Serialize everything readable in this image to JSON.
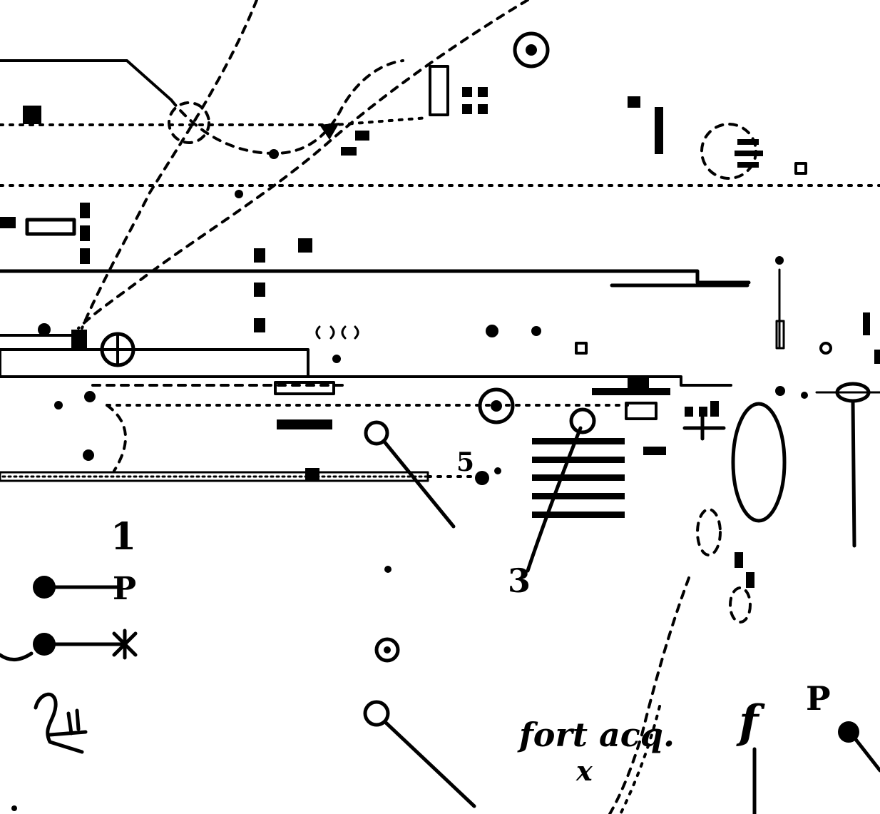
{
  "map": {
    "ink_color": "#000000",
    "paper_color": "#ffffff",
    "labels": {
      "l5": "5",
      "l1": "1",
      "l3": "3",
      "lP_left": "P",
      "lP_right": "P",
      "lF": "f",
      "handwriting": "fort acq.",
      "cross_mark": "x"
    },
    "symbols": {
      "station_circle": "circle-dot-icon",
      "crossing_circle": "cross-circle-icon",
      "ellipse_marker": "ellipse-icon",
      "signal_post": "signal-post-icon",
      "hatched_bars": "hatched-bars-icon"
    }
  }
}
